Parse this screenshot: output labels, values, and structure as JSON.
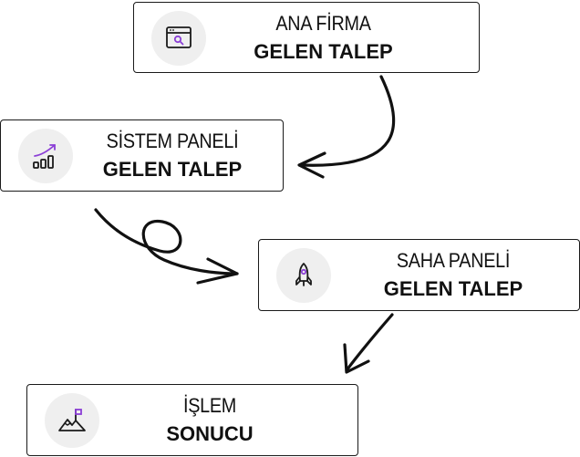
{
  "cards": [
    {
      "id": "ana-firma",
      "line1": "ANA FİRMA",
      "line2": "GELEN TALEP",
      "icon": "browser-search-icon"
    },
    {
      "id": "sistem-paneli",
      "line1": "SİSTEM PANELİ",
      "line2": "GELEN TALEP",
      "icon": "chart-trend-icon"
    },
    {
      "id": "saha-paneli",
      "line1": "SAHA PANELİ",
      "line2": "GELEN TALEP",
      "icon": "rocket-icon"
    },
    {
      "id": "islem-sonucu",
      "line1": "İŞLEM",
      "line2": "SONUCU",
      "icon": "mountain-flag-icon"
    }
  ],
  "colors": {
    "accent": "#8b3fd6",
    "stroke": "#1a1a1a",
    "icon_bg": "#efefef"
  }
}
